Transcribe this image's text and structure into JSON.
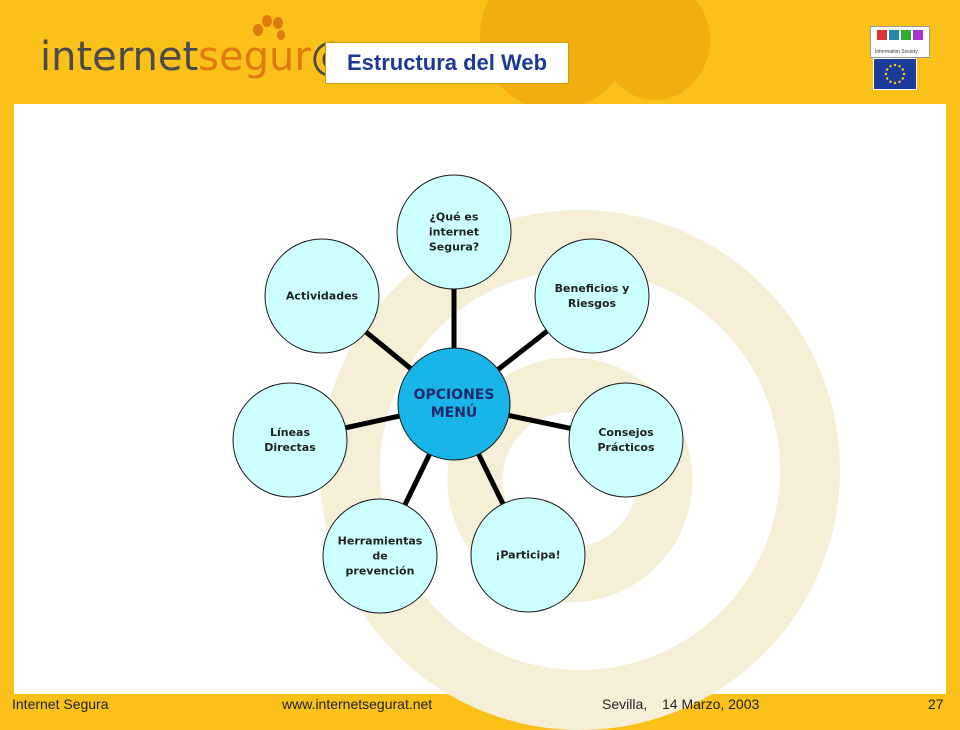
{
  "slide": {
    "logo_text_part1": "internet",
    "logo_text_part2": "segur",
    "logo_at": "@",
    "title": "Estructura del  Web",
    "sponsor_label": "Information Society"
  },
  "diagram": {
    "center": "OPCIONES\nMENÚ",
    "nodes": [
      {
        "id": "que-es",
        "label": "¿Qué es\ninternet\nSegura?"
      },
      {
        "id": "beneficios",
        "label": "Beneficios y\nRiesgos"
      },
      {
        "id": "consejos",
        "label": "Consejos\n  Prácticos"
      },
      {
        "id": "participa",
        "label": "¡Participa!"
      },
      {
        "id": "herramientas",
        "label": "Herramientas\nde\nprevención"
      },
      {
        "id": "lineas",
        "label": "Líneas\n  Directas"
      },
      {
        "id": "actividades",
        "label": "Actividades"
      }
    ]
  },
  "footer": {
    "left": "Internet Segura",
    "url": "www.internetsegurat.net",
    "city": "Sevilla,",
    "date": "14 Marzo, 2003",
    "page": "27"
  },
  "colors": {
    "background": "#F9C11A",
    "center_fill": "#19B5E8",
    "node_fill": "#CCFFFF",
    "connector": "#000000",
    "title_text": "#1f3a93"
  }
}
